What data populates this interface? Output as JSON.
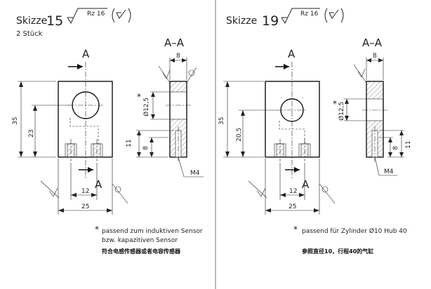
{
  "left": {
    "title": "Skizze",
    "number": "15",
    "roughness": "Rz 16",
    "subtitle": "2 Stück",
    "section_label": "A–A",
    "cut_label": "A",
    "dims": {
      "width_side": "8",
      "dia": "Ø12,5",
      "star": "*",
      "h35": "35",
      "h23": "23",
      "h11": "11",
      "h8": "8",
      "d12": "12",
      "d25": "25",
      "thread": "M4"
    },
    "note_line1": "passend zum induktiven Sensor",
    "note_line2": "bzw. kapazitiven Sensor",
    "note_cn": "符合电感传感器或者电容传感器"
  },
  "right": {
    "title": "Skizze",
    "number": "19",
    "roughness": "Rz 16",
    "section_label": "A–A",
    "cut_label": "A",
    "dims": {
      "width_side": "8",
      "dia": "Ø12,5",
      "star": "*",
      "h35": "35",
      "h20": "20,5",
      "h11": "11",
      "h8": "8",
      "d12": "12",
      "d25": "25",
      "thread": "M4"
    },
    "note_line1": "passend für Zylinder Ø10 Hub 40",
    "note_cn": "参照直径10，行程40的气缸"
  },
  "colors": {
    "line": "#222222",
    "background": "#ffffff"
  }
}
